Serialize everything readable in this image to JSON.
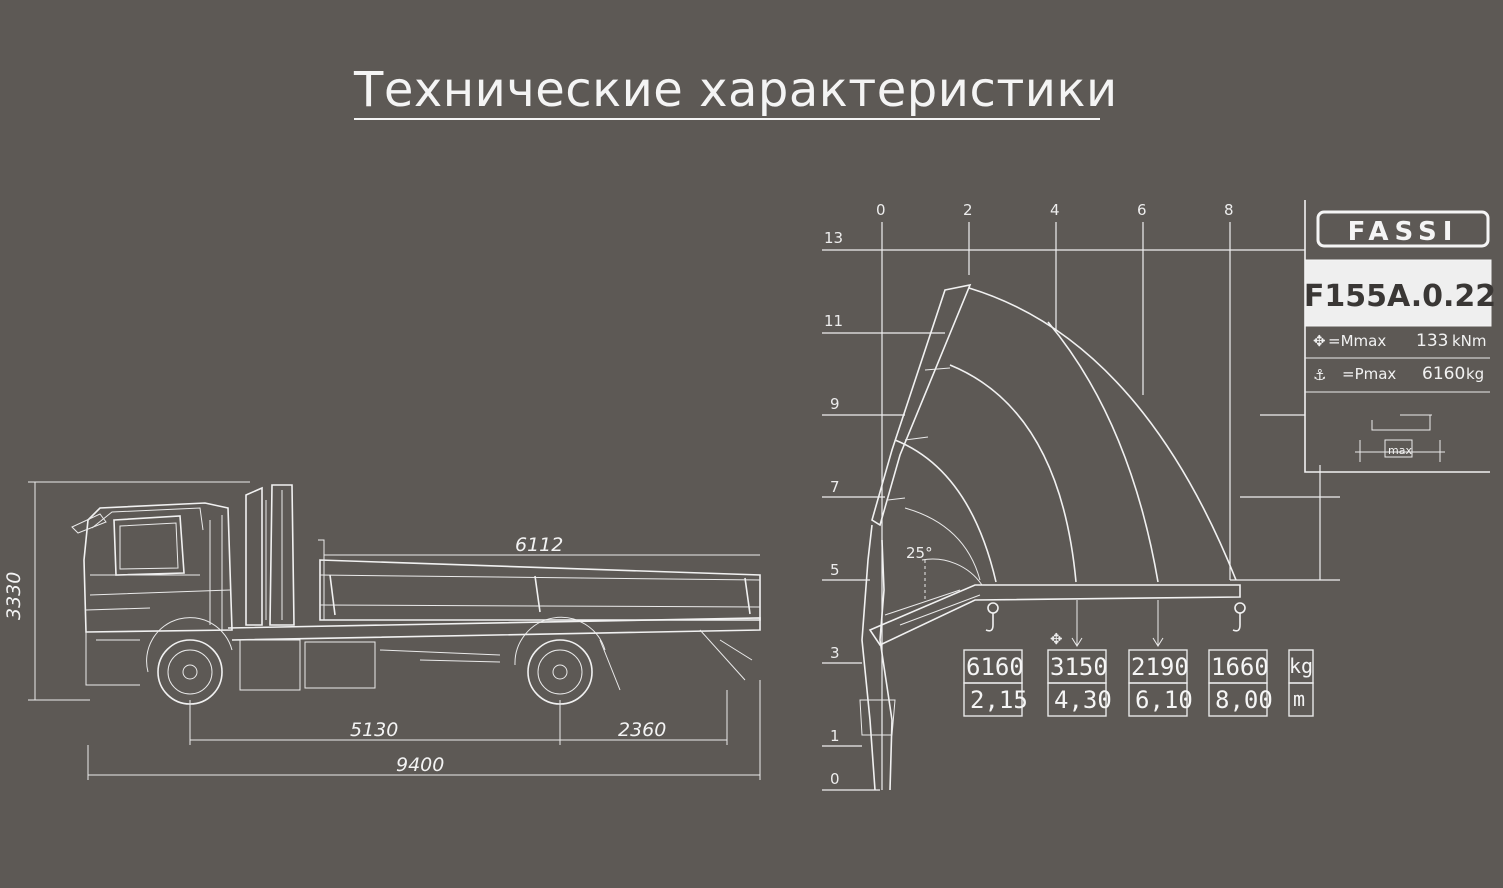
{
  "title": "Технические характеристики",
  "truck": {
    "height": "3330",
    "body_length": "6112",
    "wheelbase": "5130",
    "rear_overhang": "2360",
    "total_length": "9400"
  },
  "crane_chart": {
    "x_ticks": [
      "0",
      "2",
      "4",
      "6",
      "8"
    ],
    "y_ticks": [
      "13",
      "11",
      "9",
      "7",
      "5",
      "3",
      "1",
      "0"
    ],
    "angle_label": "25°",
    "loads": [
      {
        "kg": "6160",
        "m": "2,15"
      },
      {
        "kg": "3150",
        "m": "4,30"
      },
      {
        "kg": "2190",
        "m": "6,10"
      },
      {
        "kg": "1660",
        "m": "8,00"
      }
    ],
    "unit_kg": "kg",
    "unit_m": "m"
  },
  "fassi_panel": {
    "brand": "FASSI",
    "model": "F155A.0.22",
    "mmax_label": "=Mmax",
    "mmax_value": "133",
    "mmax_unit": "kNm",
    "pmax_label": "=Pmax",
    "pmax_value": "6160",
    "pmax_unit": "kg",
    "stabilizer_label": "max"
  },
  "colors": {
    "background": "#5d5955",
    "lines": "#f1f1f1"
  }
}
